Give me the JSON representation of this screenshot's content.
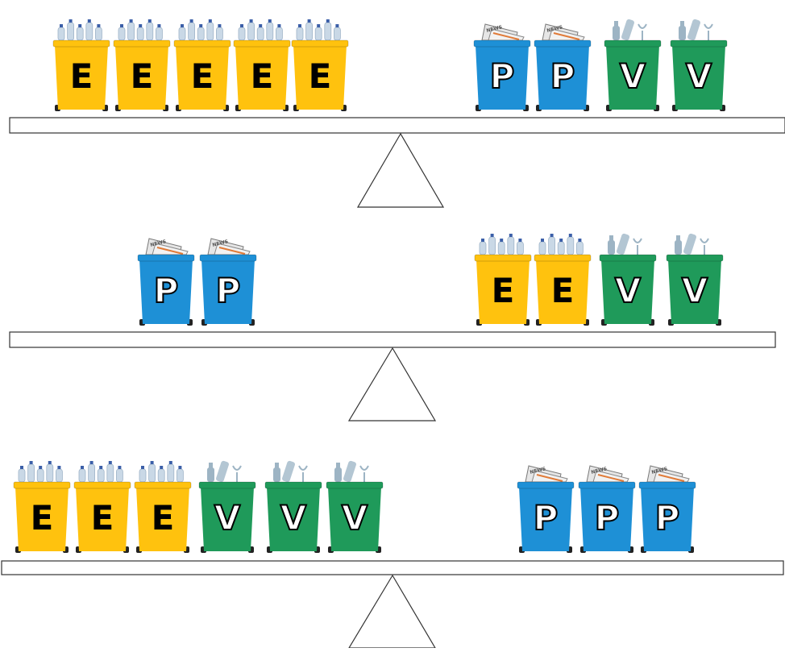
{
  "colors": {
    "E": "#FFC20E",
    "P": "#1E90D6",
    "V": "#1F9A5A",
    "beam_stroke": "#333333",
    "fulcrum_stroke": "#333333"
  },
  "bin_types": {
    "E": {
      "letter": "E",
      "contents_icon": "plastic-bottles-icon",
      "letter_fill": "#000000",
      "letter_outline": "none"
    },
    "P": {
      "letter": "P",
      "contents_icon": "newspaper-icon",
      "letter_fill": "#ffffff",
      "letter_outline": "#000000"
    },
    "V": {
      "letter": "V",
      "contents_icon": "glass-bottles-icon",
      "letter_fill": "#ffffff",
      "letter_outline": "#000000"
    }
  },
  "balances": [
    {
      "left": [
        "E",
        "E",
        "E",
        "E",
        "E"
      ],
      "right": [
        "P",
        "P",
        "V",
        "V"
      ]
    },
    {
      "left": [
        "P",
        "P"
      ],
      "right": [
        "E",
        "E",
        "V",
        "V"
      ]
    },
    {
      "left": [
        "E",
        "E",
        "E",
        "V",
        "V",
        "V"
      ],
      "right": [
        "P",
        "P",
        "P"
      ]
    }
  ]
}
